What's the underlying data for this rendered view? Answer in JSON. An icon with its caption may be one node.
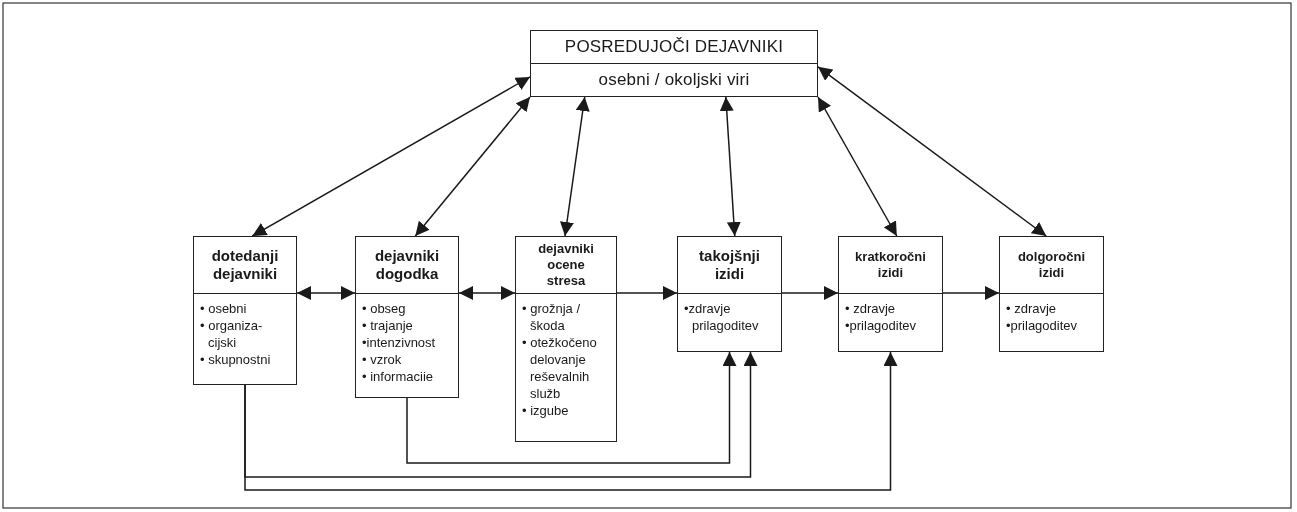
{
  "diagram": {
    "nodes": [
      {
        "text": [
          "POSREDUJOČI DEJAVNIKI",
          "osebni / okoljski viri"
        ]
      },
      {
        "text": [
          "dotedanji dejavniki",
          "• osebni",
          "• organiza- cijski",
          "• skupnostni"
        ]
      },
      {
        "text": [
          "dejavniki dogodka",
          "• obseg",
          "• trajanje",
          "•intenzivnost",
          "• vzrok",
          "• informaciie"
        ]
      },
      {
        "text": [
          "dejavniki ocene stresa",
          "• grožnja / škoda",
          "• otežkočeno delovanje reševalnih služb",
          "• izgube"
        ]
      },
      {
        "text": [
          "takojšnji izidi",
          "•zdravje prilagoditev"
        ]
      },
      {
        "text": [
          "kratkoročni izidi",
          "• zdravje",
          "•prilagoditev"
        ]
      },
      {
        "text": [
          "dolgoročni izidi",
          "• zdravje",
          "•prilagoditev"
        ]
      }
    ],
    "edges": [
      {
        "from": 0,
        "to": 1,
        "arrow": "both"
      },
      {
        "from": 0,
        "to": 2,
        "arrow": "both"
      },
      {
        "from": 0,
        "to": 3,
        "arrow": "both"
      },
      {
        "from": 0,
        "to": 4,
        "arrow": "both"
      },
      {
        "from": 0,
        "to": 5,
        "arrow": "both"
      },
      {
        "from": 0,
        "to": 6,
        "arrow": "both"
      },
      {
        "from": 1,
        "to": 2,
        "arrow": "both"
      },
      {
        "from": 2,
        "to": 3,
        "arrow": "both"
      },
      {
        "from": 3,
        "to": 4,
        "arrow": "to"
      },
      {
        "from": 4,
        "to": 5,
        "arrow": "to"
      },
      {
        "from": 5,
        "to": 6,
        "arrow": "to"
      },
      {
        "from": 1,
        "to": 4,
        "arrow": "to"
      },
      {
        "from": 2,
        "to": 4,
        "arrow": "to"
      },
      {
        "from": 1,
        "to": 5,
        "arrow": "to"
      }
    ]
  }
}
